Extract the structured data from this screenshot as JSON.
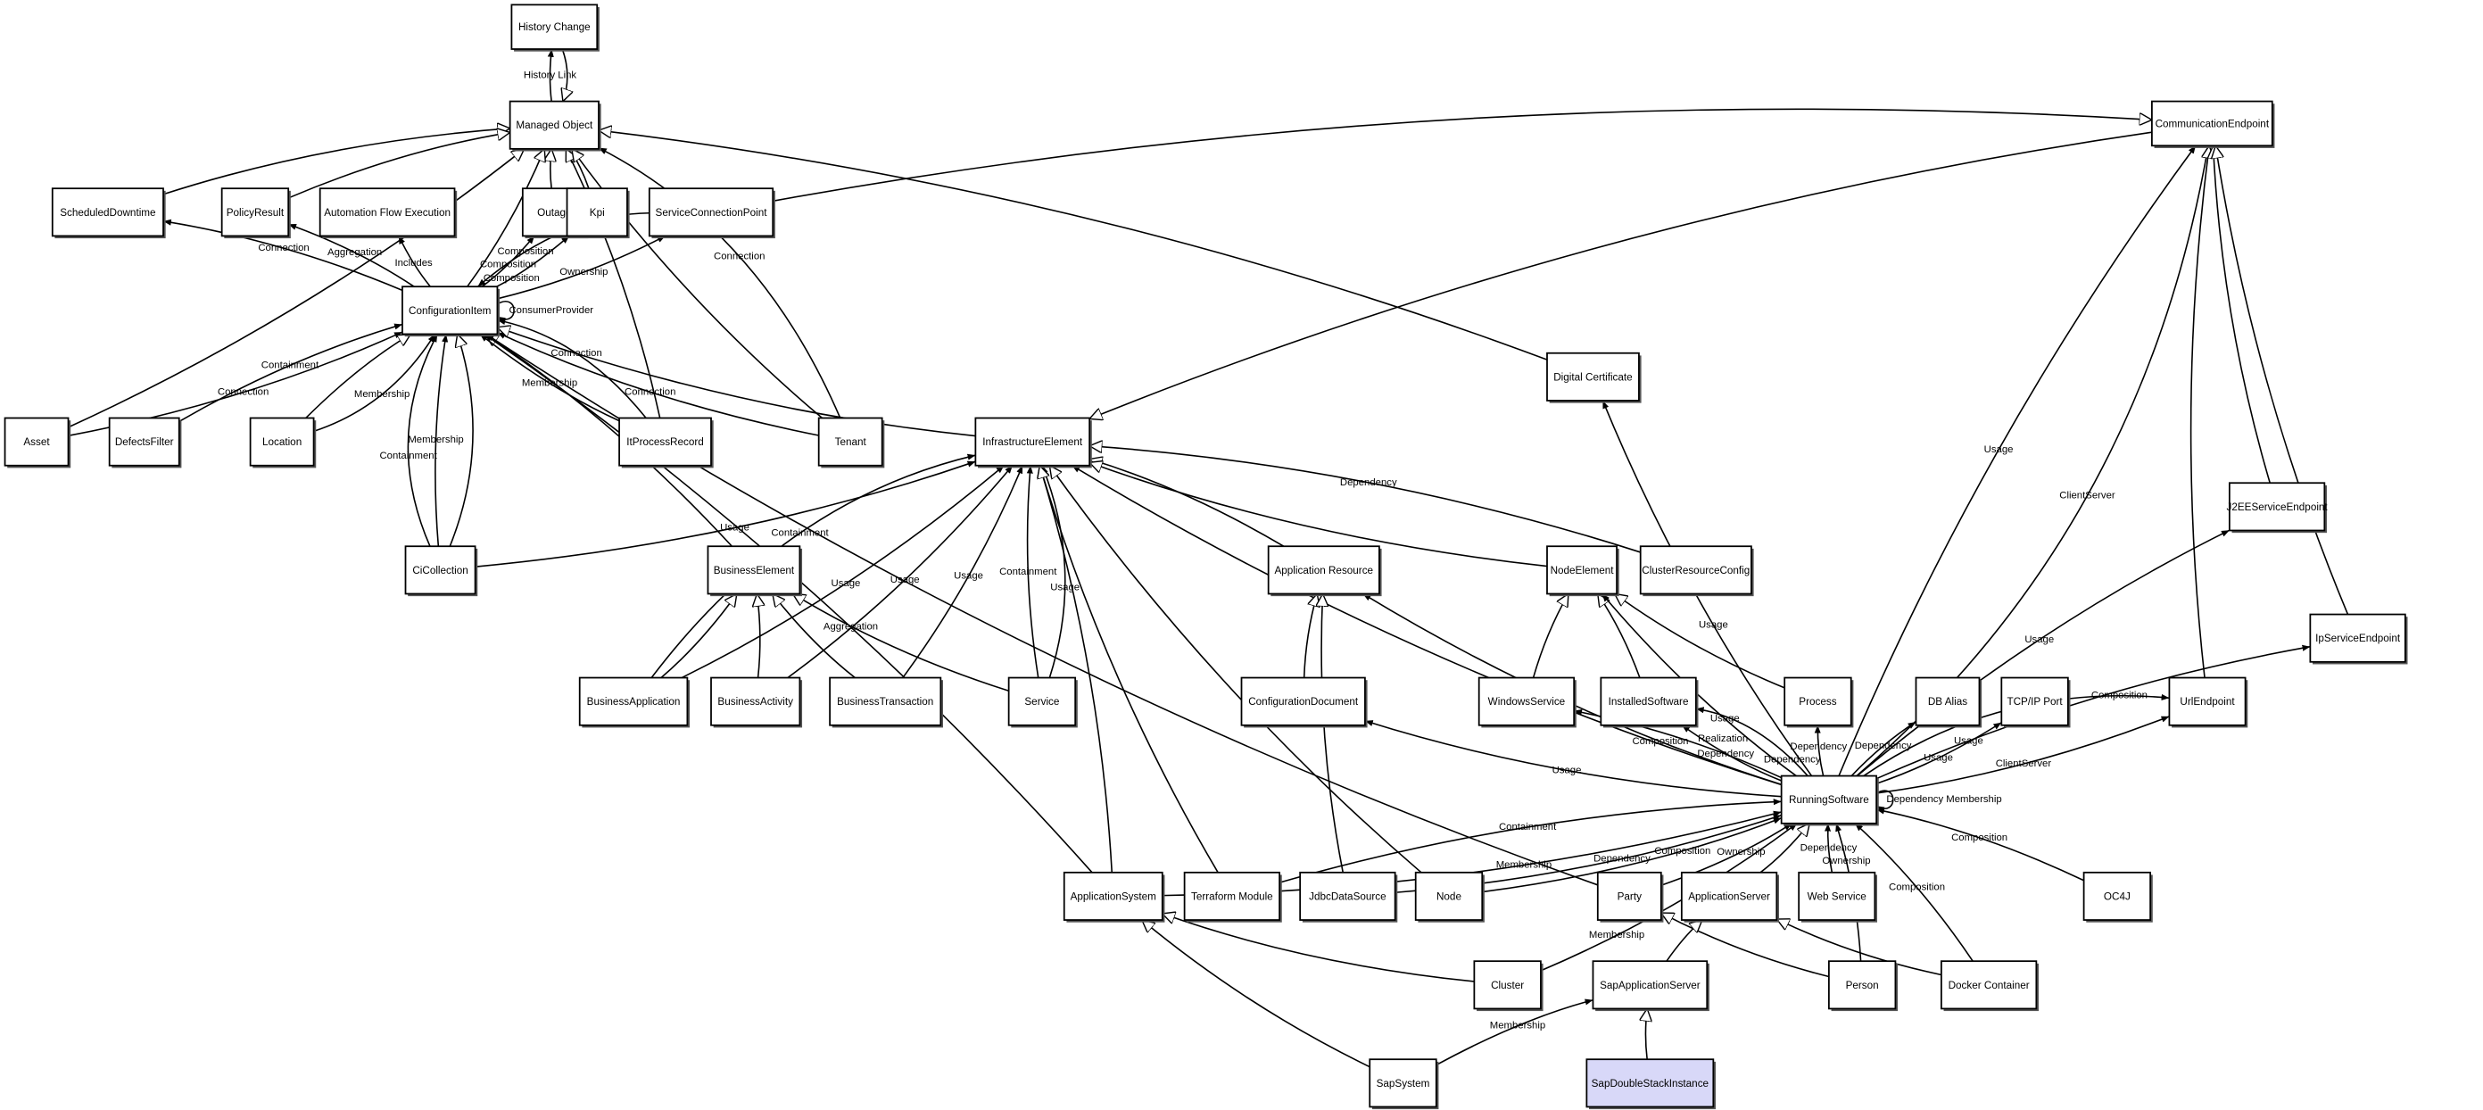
{
  "diagram": {
    "highlight_color": "#d8d8f8",
    "nodes": [
      {
        "id": "historyChange",
        "label": "History Change"
      },
      {
        "id": "managedObject",
        "label": "Managed Object"
      },
      {
        "id": "scheduledDowntime",
        "label": "ScheduledDowntime"
      },
      {
        "id": "policyResult",
        "label": "PolicyResult"
      },
      {
        "id": "afe",
        "label": "Automation Flow Execution"
      },
      {
        "id": "outage",
        "label": "Outage"
      },
      {
        "id": "kpi",
        "label": "Kpi"
      },
      {
        "id": "scp",
        "label": "ServiceConnectionPoint"
      },
      {
        "id": "ci",
        "label": "ConfigurationItem"
      },
      {
        "id": "asset",
        "label": "Asset"
      },
      {
        "id": "defectsFilter",
        "label": "DefectsFilter"
      },
      {
        "id": "location",
        "label": "Location"
      },
      {
        "id": "itProcessRecord",
        "label": "ItProcessRecord"
      },
      {
        "id": "tenant",
        "label": "Tenant"
      },
      {
        "id": "ie",
        "label": "InfrastructureElement"
      },
      {
        "id": "digitalCertificate",
        "label": "Digital Certificate"
      },
      {
        "id": "commEndpoint",
        "label": "CommunicationEndpoint"
      },
      {
        "id": "ciCollection",
        "label": "CiCollection"
      },
      {
        "id": "businessElement",
        "label": "BusinessElement"
      },
      {
        "id": "appResource",
        "label": "Application Resource"
      },
      {
        "id": "nodeElement",
        "label": "NodeElement"
      },
      {
        "id": "clusterResourceConfig",
        "label": "ClusterResourceConfig"
      },
      {
        "id": "j2ee",
        "label": "J2EEServiceEndpoint"
      },
      {
        "id": "ipService",
        "label": "IpServiceEndpoint"
      },
      {
        "id": "businessApplication",
        "label": "BusinessApplication"
      },
      {
        "id": "businessActivity",
        "label": "BusinessActivity"
      },
      {
        "id": "businessTransaction",
        "label": "BusinessTransaction"
      },
      {
        "id": "service",
        "label": "Service"
      },
      {
        "id": "configDocument",
        "label": "ConfigurationDocument"
      },
      {
        "id": "windowsService",
        "label": "WindowsService"
      },
      {
        "id": "installedSoftware",
        "label": "InstalledSoftware"
      },
      {
        "id": "process",
        "label": "Process"
      },
      {
        "id": "dbAlias",
        "label": "DB Alias"
      },
      {
        "id": "tcpPort",
        "label": "TCP/IP Port"
      },
      {
        "id": "urlEndpoint",
        "label": "UrlEndpoint"
      },
      {
        "id": "runningSoftware",
        "label": "RunningSoftware"
      },
      {
        "id": "appSystem",
        "label": "ApplicationSystem"
      },
      {
        "id": "terraform",
        "label": "Terraform Module"
      },
      {
        "id": "jdbc",
        "label": "JdbcDataSource"
      },
      {
        "id": "node",
        "label": "Node"
      },
      {
        "id": "party",
        "label": "Party"
      },
      {
        "id": "appServer",
        "label": "ApplicationServer"
      },
      {
        "id": "webService",
        "label": "Web Service"
      },
      {
        "id": "oc4j",
        "label": "OC4J"
      },
      {
        "id": "cluster",
        "label": "Cluster"
      },
      {
        "id": "sapAppServer",
        "label": "SapApplicationServer"
      },
      {
        "id": "person",
        "label": "Person"
      },
      {
        "id": "docker",
        "label": "Docker Container"
      },
      {
        "id": "sapSystem",
        "label": "SapSystem"
      },
      {
        "id": "sapDoubleStack",
        "label": "SapDoubleStackInstance",
        "highlighted": true
      }
    ],
    "edges": [
      {
        "from": "managedObject",
        "to": "historyChange",
        "label": "History Link",
        "kind": "association"
      },
      {
        "from": "historyChange",
        "to": "managedObject",
        "label": "",
        "kind": "generalization"
      },
      {
        "from": "scheduledDowntime",
        "to": "managedObject",
        "label": "",
        "kind": "generalization"
      },
      {
        "from": "policyResult",
        "to": "managedObject",
        "label": "",
        "kind": "generalization"
      },
      {
        "from": "outage",
        "to": "managedObject",
        "label": "",
        "kind": "generalization"
      },
      {
        "from": "kpi",
        "to": "managedObject",
        "label": "",
        "kind": "generalization"
      },
      {
        "from": "asset",
        "to": "managedObject",
        "label": "",
        "kind": "generalization"
      },
      {
        "from": "ci",
        "to": "managedObject",
        "label": "",
        "kind": "generalization"
      },
      {
        "from": "itProcessRecord",
        "to": "managedObject",
        "label": "",
        "kind": "generalization"
      },
      {
        "from": "tenant",
        "to": "managedObject",
        "label": "",
        "kind": "generalization"
      },
      {
        "from": "tenant",
        "to": "managedObject",
        "label": "Connection",
        "kind": "association"
      },
      {
        "from": "digitalCertificate",
        "to": "managedObject",
        "label": "",
        "kind": "generalization"
      },
      {
        "from": "scp",
        "to": "commEndpoint",
        "label": "",
        "kind": "generalization"
      },
      {
        "from": "ci",
        "to": "scheduledDowntime",
        "label": "Connection",
        "kind": "association"
      },
      {
        "from": "ci",
        "to": "policyResult",
        "label": "Aggregation",
        "kind": "association"
      },
      {
        "from": "ci",
        "to": "afe",
        "label": "Includes",
        "kind": "association"
      },
      {
        "from": "ci",
        "to": "outage",
        "label": "Composition",
        "kind": "association"
      },
      {
        "from": "ci",
        "to": "kpi",
        "label": "Composition",
        "kind": "association"
      },
      {
        "from": "ci",
        "to": "scp",
        "label": "Ownership",
        "kind": "association"
      },
      {
        "from": "scp",
        "to": "ci",
        "label": "Composition",
        "kind": "association"
      },
      {
        "from": "ci",
        "to": "ci",
        "label": "ConsumerProvider",
        "kind": "association"
      },
      {
        "from": "asset",
        "to": "ci",
        "label": "Connection",
        "kind": "association"
      },
      {
        "from": "defectsFilter",
        "to": "ci",
        "label": "Containment",
        "kind": "association"
      },
      {
        "from": "location",
        "to": "ci",
        "label": "",
        "kind": "generalization"
      },
      {
        "from": "location",
        "to": "ci",
        "label": "Membership",
        "kind": "association"
      },
      {
        "from": "ciCollection",
        "to": "ci",
        "label": "Membership",
        "kind": "association"
      },
      {
        "from": "ciCollection",
        "to": "ci",
        "label": "",
        "kind": "generalization"
      },
      {
        "from": "ciCollection",
        "to": "ci",
        "label": "Containment",
        "kind": "association"
      },
      {
        "from": "businessElement",
        "to": "ci",
        "label": "",
        "kind": "generalization"
      },
      {
        "from": "itProcessRecord",
        "to": "ci",
        "label": "Membership",
        "kind": "association"
      },
      {
        "from": "itProcessRecord",
        "to": "ci",
        "label": "Connection",
        "kind": "association"
      },
      {
        "from": "tenant",
        "to": "ci",
        "label": "Connection",
        "kind": "association"
      },
      {
        "from": "ie",
        "to": "ci",
        "label": "",
        "kind": "generalization"
      },
      {
        "from": "appSystem",
        "to": "ci",
        "label": "Aggregation",
        "kind": "association"
      },
      {
        "from": "commEndpoint",
        "to": "ie",
        "label": "",
        "kind": "generalization"
      },
      {
        "from": "ciCollection",
        "to": "ie",
        "label": "Usage",
        "kind": "association"
      },
      {
        "from": "businessApplication",
        "to": "ie",
        "label": "Usage",
        "kind": "association"
      },
      {
        "from": "businessApplication",
        "to": "ie",
        "label": "Containment",
        "kind": "association"
      },
      {
        "from": "businessActivity",
        "to": "ie",
        "label": "Usage",
        "kind": "association"
      },
      {
        "from": "businessTransaction",
        "to": "ie",
        "label": "Usage",
        "kind": "association"
      },
      {
        "from": "service",
        "to": "ie",
        "label": "Containment",
        "kind": "association"
      },
      {
        "from": "service",
        "to": "ie",
        "label": "Usage",
        "kind": "association"
      },
      {
        "from": "appSystem",
        "to": "ie",
        "label": "",
        "kind": "generalization"
      },
      {
        "from": "terraform",
        "to": "ie",
        "label": "",
        "kind": "generalization"
      },
      {
        "from": "node",
        "to": "ie",
        "label": "",
        "kind": "generalization"
      },
      {
        "from": "appResource",
        "to": "ie",
        "label": "",
        "kind": "generalization"
      },
      {
        "from": "nodeElement",
        "to": "ie",
        "label": "",
        "kind": "generalization"
      },
      {
        "from": "clusterResourceConfig",
        "to": "ie",
        "label": "Dependency",
        "kind": "generalization"
      },
      {
        "from": "runningSoftware",
        "to": "ie",
        "label": "",
        "kind": "association"
      },
      {
        "from": "party",
        "to": "ci",
        "label": "",
        "kind": "association"
      },
      {
        "from": "businessApplication",
        "to": "businessElement",
        "label": "",
        "kind": "generalization"
      },
      {
        "from": "businessActivity",
        "to": "businessElement",
        "label": "",
        "kind": "generalization"
      },
      {
        "from": "businessTransaction",
        "to": "businessElement",
        "label": "",
        "kind": "generalization"
      },
      {
        "from": "service",
        "to": "businessElement",
        "label": "",
        "kind": "generalization"
      },
      {
        "from": "configDocument",
        "to": "appResource",
        "label": "",
        "kind": "generalization"
      },
      {
        "from": "jdbc",
        "to": "appResource",
        "label": "",
        "kind": "generalization"
      },
      {
        "from": "runningSoftware",
        "to": "appResource",
        "label": "Composition",
        "kind": "association"
      },
      {
        "from": "windowsService",
        "to": "nodeElement",
        "label": "",
        "kind": "generalization"
      },
      {
        "from": "installedSoftware",
        "to": "nodeElement",
        "label": "",
        "kind": "generalization"
      },
      {
        "from": "process",
        "to": "nodeElement",
        "label": "",
        "kind": "generalization"
      },
      {
        "from": "runningSoftware",
        "to": "nodeElement",
        "label": "Usage",
        "kind": "association"
      },
      {
        "from": "runningSoftware",
        "to": "configDocument",
        "label": "Usage",
        "kind": "association"
      },
      {
        "from": "runningSoftware",
        "to": "windowsService",
        "label": "Dependency",
        "kind": "association"
      },
      {
        "from": "runningSoftware",
        "to": "installedSoftware",
        "label": "Realization",
        "kind": "association"
      },
      {
        "from": "runningSoftware",
        "to": "installedSoftware",
        "label": "Dependency",
        "kind": "association"
      },
      {
        "from": "runningSoftware",
        "to": "process",
        "label": "Dependency",
        "kind": "association"
      },
      {
        "from": "runningSoftware",
        "to": "dbAlias",
        "label": "Dependency",
        "kind": "association"
      },
      {
        "from": "runningSoftware",
        "to": "tcpPort",
        "label": "Usage",
        "kind": "association"
      },
      {
        "from": "runningSoftware",
        "to": "urlEndpoint",
        "label": "ClientServer",
        "kind": "association"
      },
      {
        "from": "runningSoftware",
        "to": "urlEndpoint",
        "label": "Composition",
        "kind": "association"
      },
      {
        "from": "runningSoftware",
        "to": "j2ee",
        "label": "Usage",
        "kind": "association"
      },
      {
        "from": "runningSoftware",
        "to": "ipService",
        "label": "Usage",
        "kind": "association"
      },
      {
        "from": "runningSoftware",
        "to": "commEndpoint",
        "label": "Usage",
        "kind": "association"
      },
      {
        "from": "runningSoftware",
        "to": "commEndpoint",
        "label": "ClientServer",
        "kind": "association"
      },
      {
        "from": "runningSoftware",
        "to": "digitalCertificate",
        "label": "Usage",
        "kind": "association"
      },
      {
        "from": "runningSoftware",
        "to": "runningSoftware",
        "label": "Dependency Membership",
        "kind": "association"
      },
      {
        "from": "urlEndpoint",
        "to": "commEndpoint",
        "label": "",
        "kind": "generalization"
      },
      {
        "from": "j2ee",
        "to": "commEndpoint",
        "label": "",
        "kind": "generalization"
      },
      {
        "from": "ipService",
        "to": "commEndpoint",
        "label": "",
        "kind": "generalization"
      },
      {
        "from": "appSystem",
        "to": "runningSoftware",
        "label": "Membership",
        "kind": "association"
      },
      {
        "from": "terraform",
        "to": "runningSoftware",
        "label": "Containment",
        "kind": "association"
      },
      {
        "from": "jdbc",
        "to": "runningSoftware",
        "label": "Dependency",
        "kind": "association"
      },
      {
        "from": "node",
        "to": "runningSoftware",
        "label": "Composition",
        "kind": "association"
      },
      {
        "from": "cluster",
        "to": "runningSoftware",
        "label": "Membership",
        "kind": "association"
      },
      {
        "from": "party",
        "to": "runningSoftware",
        "label": "Ownership",
        "kind": "association"
      },
      {
        "from": "appServer",
        "to": "runningSoftware",
        "label": "",
        "kind": "generalization"
      },
      {
        "from": "webService",
        "to": "runningSoftware",
        "label": "Dependency",
        "kind": "association"
      },
      {
        "from": "person",
        "to": "runningSoftware",
        "label": "Ownership",
        "kind": "association"
      },
      {
        "from": "docker",
        "to": "runningSoftware",
        "label": "Composition",
        "kind": "association"
      },
      {
        "from": "oc4j",
        "to": "runningSoftware",
        "label": "Composition",
        "kind": "association"
      },
      {
        "from": "cluster",
        "to": "appSystem",
        "label": "",
        "kind": "generalization"
      },
      {
        "from": "sapSystem",
        "to": "appSystem",
        "label": "",
        "kind": "generalization"
      },
      {
        "from": "person",
        "to": "party",
        "label": "",
        "kind": "generalization"
      },
      {
        "from": "sapAppServer",
        "to": "appServer",
        "label": "",
        "kind": "generalization"
      },
      {
        "from": "docker",
        "to": "appServer",
        "label": "",
        "kind": "generalization"
      },
      {
        "from": "sapDoubleStack",
        "to": "sapAppServer",
        "label": "",
        "kind": "generalization"
      },
      {
        "from": "sapSystem",
        "to": "sapAppServer",
        "label": "Membership",
        "kind": "association"
      }
    ]
  }
}
